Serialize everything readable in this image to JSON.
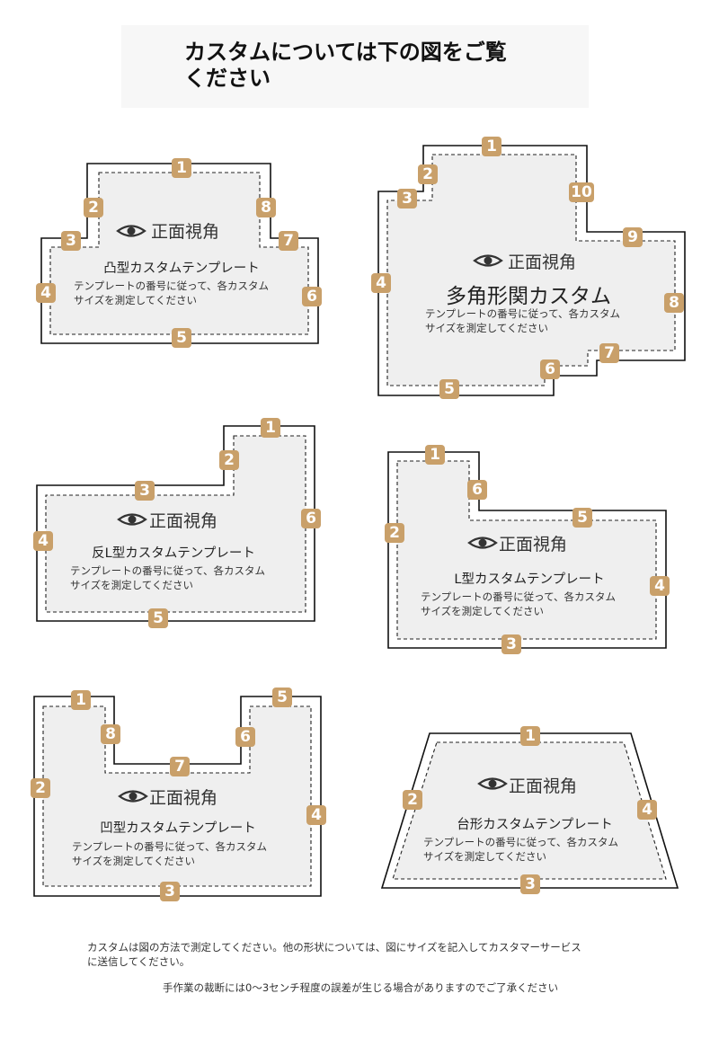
{
  "title": "カスタムについては下の図をご覧\nください",
  "view_label": "正面視角",
  "instruction_line1": "テンプレートの番号に従って、各カスタム",
  "instruction_line2": "サイズを測定してください",
  "shapes": [
    {
      "id": "convex",
      "name": "凸型カスタムテンプレート",
      "badges": [
        "1",
        "2",
        "3",
        "4",
        "5",
        "6",
        "7",
        "8"
      ]
    },
    {
      "id": "polygon",
      "name": "多角形関カスタム",
      "badges": [
        "1",
        "2",
        "3",
        "4",
        "5",
        "6",
        "7",
        "8",
        "9",
        "10"
      ]
    },
    {
      "id": "reverse-l",
      "name": "反L型カスタムテンプレート",
      "badges": [
        "1",
        "2",
        "3",
        "4",
        "5",
        "6"
      ]
    },
    {
      "id": "l-shape",
      "name": "L型カスタムテンプレート",
      "badges": [
        "1",
        "2",
        "3",
        "4",
        "5",
        "6"
      ]
    },
    {
      "id": "concave",
      "name": "凹型カスタムテンプレート",
      "badges": [
        "1",
        "2",
        "3",
        "4",
        "5",
        "6",
        "7",
        "8"
      ]
    },
    {
      "id": "trapezoid",
      "name": "台形カスタムテンプレート",
      "badges": [
        "1",
        "2",
        "3",
        "4"
      ]
    }
  ],
  "footer": {
    "line1": "カスタムは図の方法で測定してください。他の形状については、図にサイズを記入してカスタマーサービス",
    "line2": "に送信してください。",
    "note": "手作業の裁断には0〜3センチ程度の誤差が生じる場合がありますのでご了承ください"
  },
  "colors": {
    "badge": "#c9a06a",
    "panel": "#efefef",
    "title_band": "#f7f7f7"
  }
}
